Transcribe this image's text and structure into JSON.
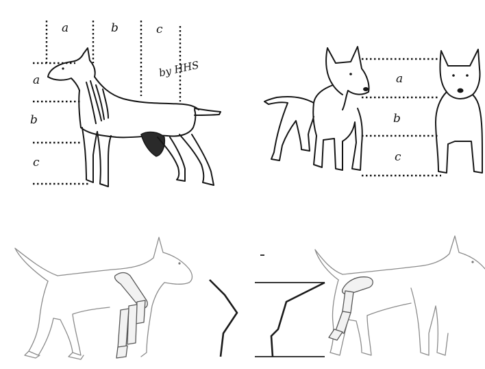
{
  "panel_top_left": {
    "column_labels": [
      "a",
      "b",
      "c"
    ],
    "row_labels": [
      "a",
      "b",
      "c"
    ],
    "signature": "by HHS"
  },
  "panel_top_right": {
    "row_labels": [
      "a",
      "b",
      "c"
    ]
  }
}
